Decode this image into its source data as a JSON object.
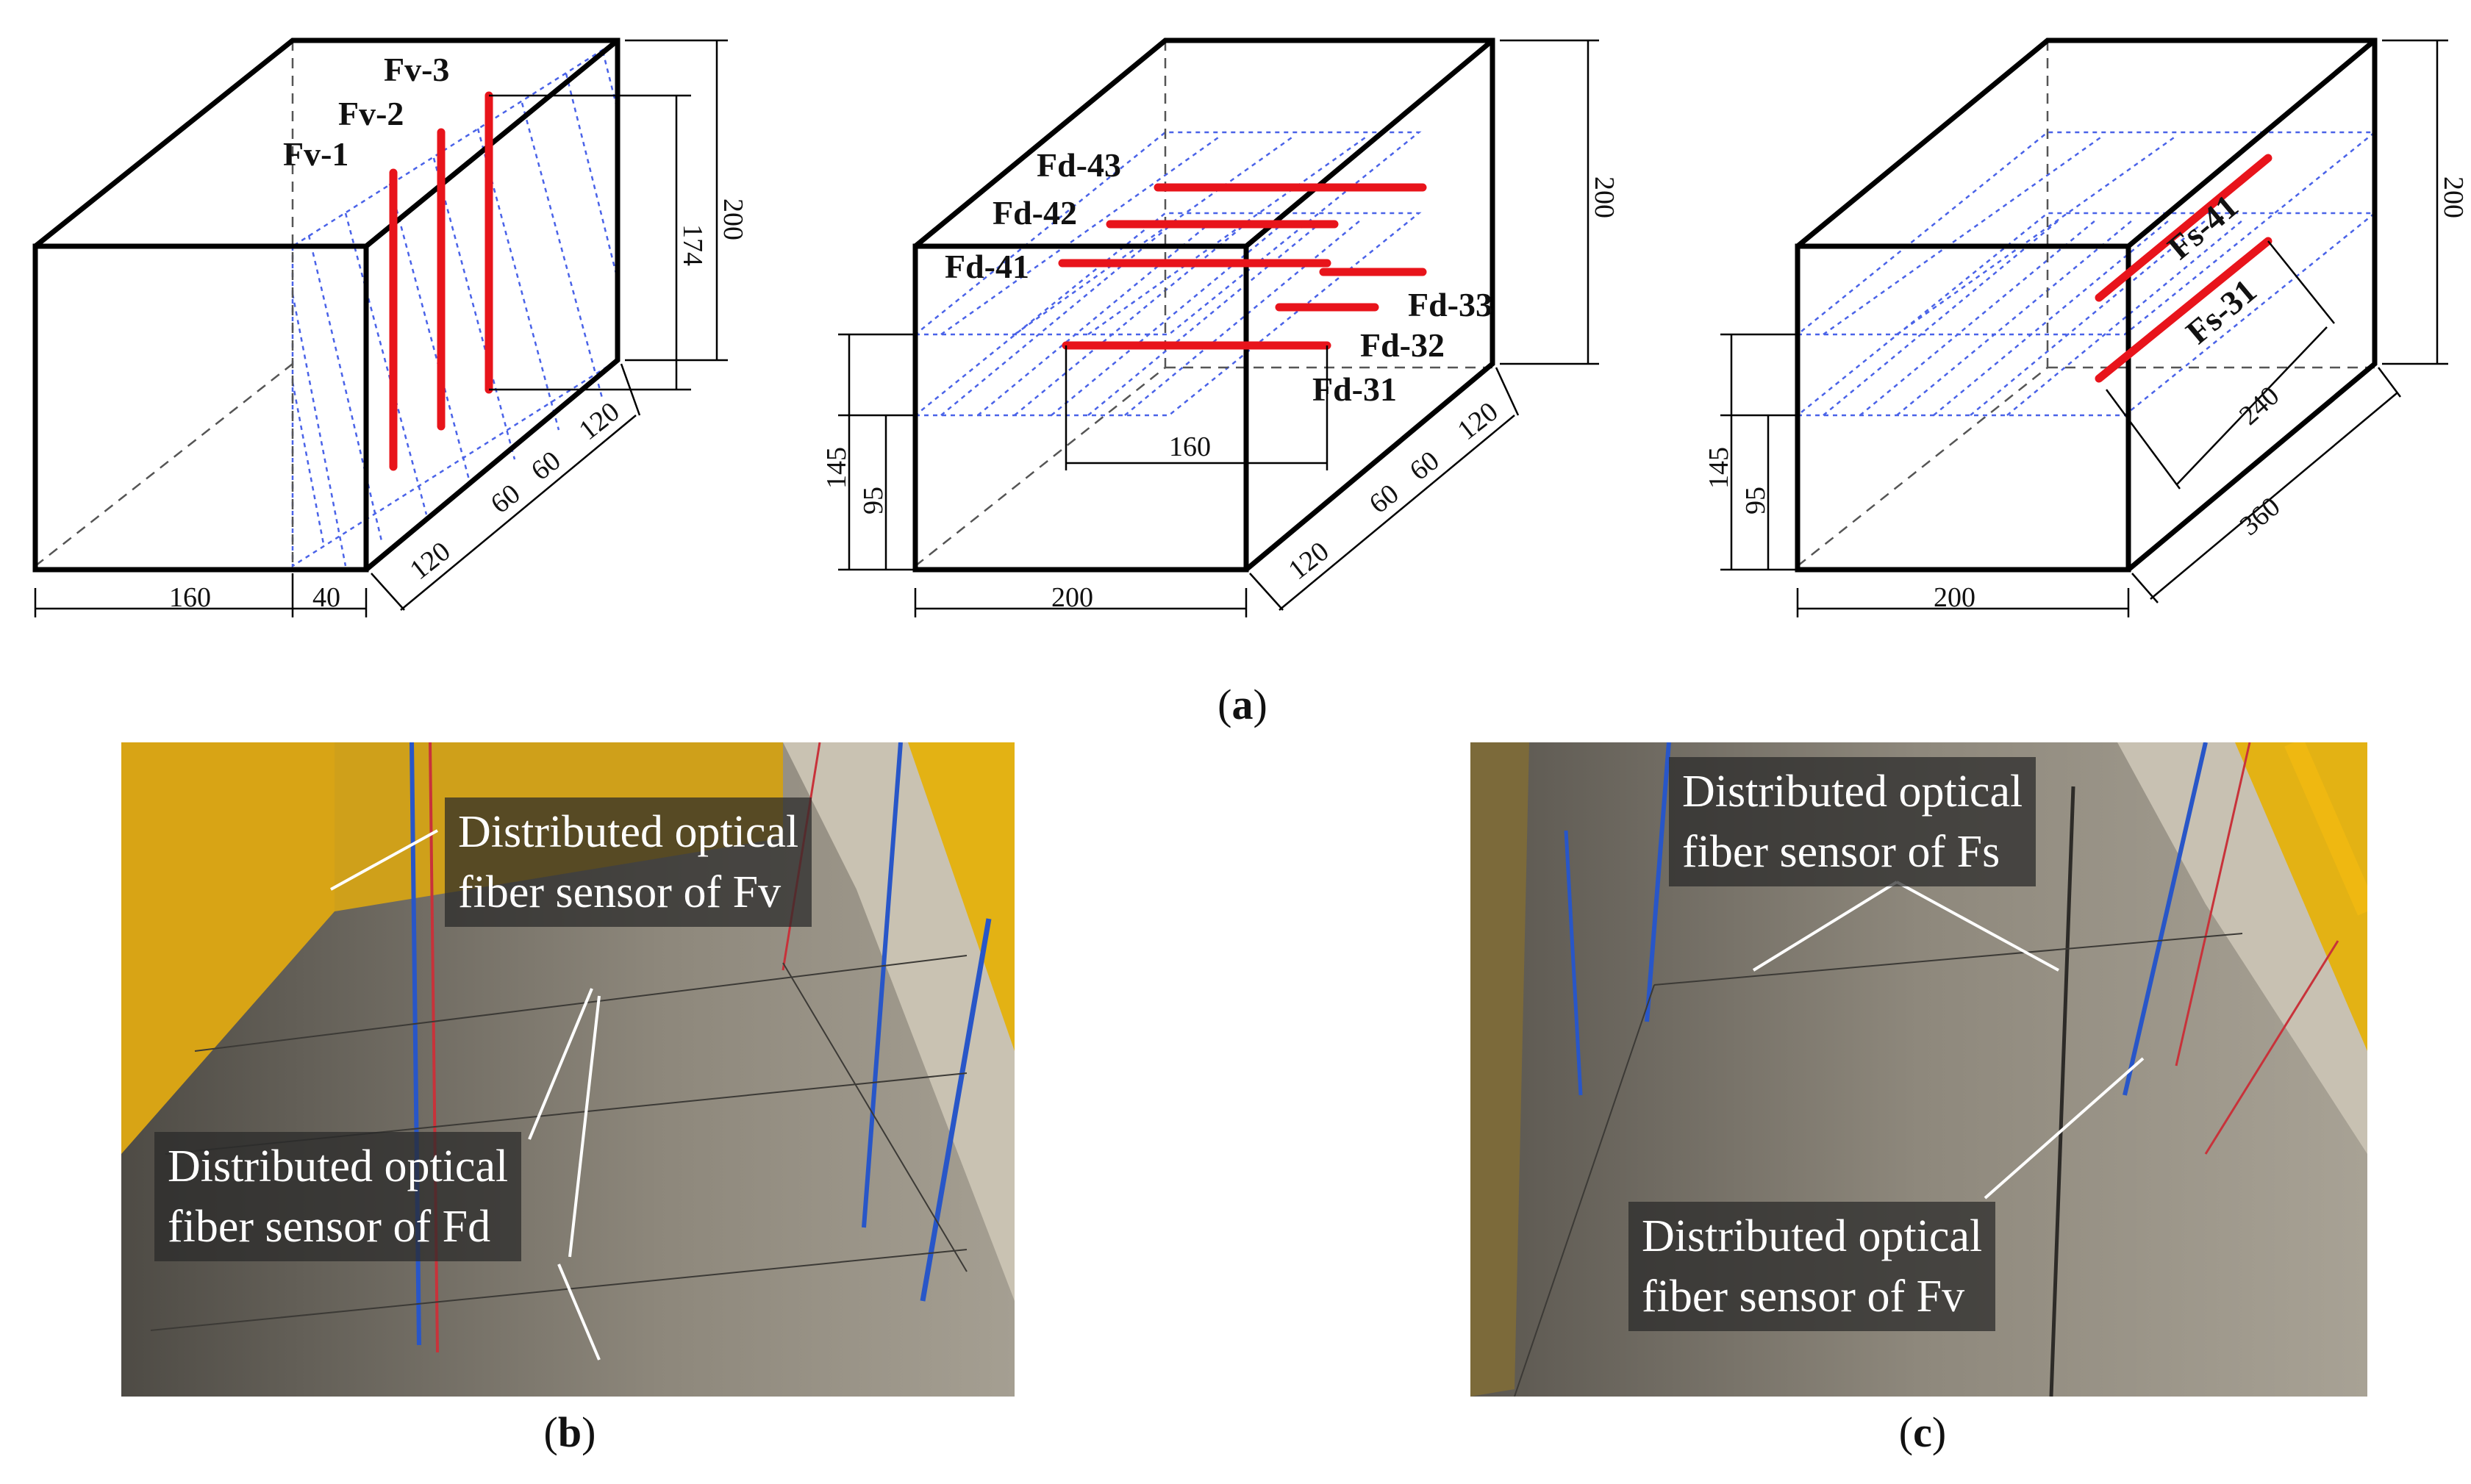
{
  "captions": {
    "a": "a",
    "b": "b",
    "c": "c"
  },
  "box1": {
    "sensors": [
      "Fv-1",
      "Fv-2",
      "Fv-3"
    ],
    "dims": {
      "height": "200",
      "sensor_len": "174",
      "w1": "160",
      "w2": "40",
      "d1": "120",
      "d2": "60",
      "d3": "60",
      "d4": "120"
    }
  },
  "box2": {
    "sensors": [
      "Fd-43",
      "Fd-42",
      "Fd-41",
      "Fd-33",
      "Fd-32",
      "Fd-31"
    ],
    "dims": {
      "height": "200",
      "h145": "145",
      "h95": "95",
      "len160": "160",
      "width": "200",
      "d1": "120",
      "d2": "60",
      "d3": "60",
      "d4": "120"
    }
  },
  "box3": {
    "sensors": [
      "Fs-41",
      "Fs-31"
    ],
    "dims": {
      "height": "200",
      "h145": "145",
      "h95": "95",
      "len240": "240",
      "len360": "360",
      "width": "200"
    }
  },
  "photo_b": {
    "label_fv_line1": "Distributed optical",
    "label_fv_line2": "fiber sensor of Fv",
    "label_fd_line1": "Distributed optical",
    "label_fd_line2": "fiber sensor of Fd"
  },
  "photo_c": {
    "label_fs_line1": "Distributed optical",
    "label_fs_line2": "fiber sensor of Fs",
    "label_fv_line1": "Distributed optical",
    "label_fv_line2": "fiber sensor of Fv"
  },
  "colors": {
    "sensor": "#e8141b",
    "hatch": "#4a63e8",
    "frame": "#000000"
  }
}
